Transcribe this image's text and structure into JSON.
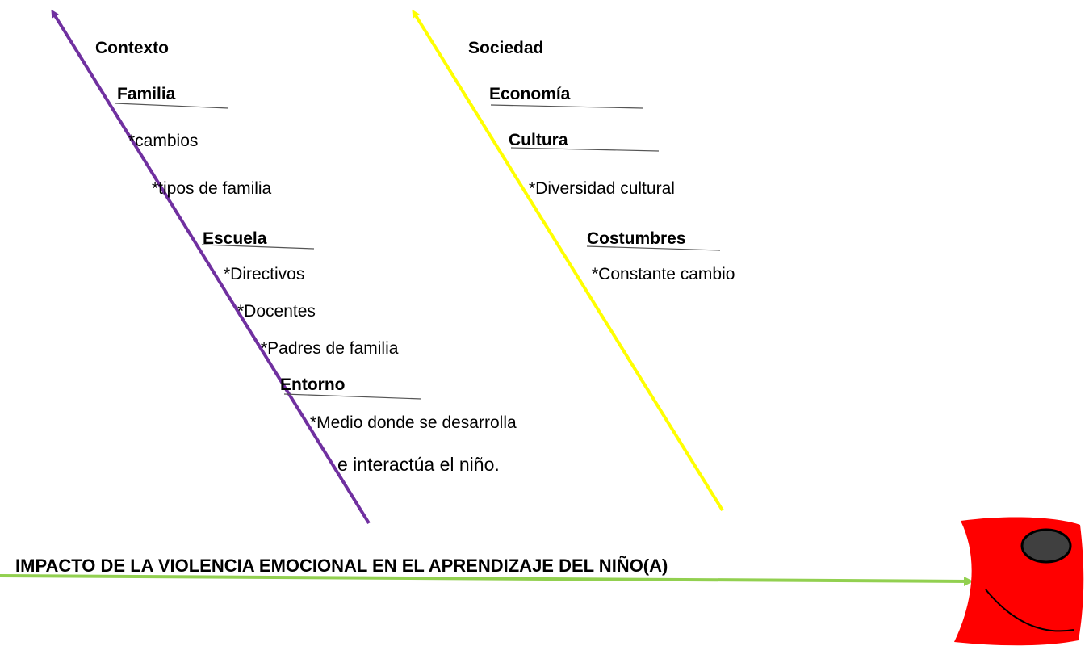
{
  "diagram": {
    "title": "IMPACTO DE LA VIOLENCIA EMOCIONAL EN EL APRENDIZAJE DEL NIÑO(A)",
    "bones": {
      "contexto": {
        "label": "Contexto",
        "color": "#7030a0",
        "familia": {
          "label": "Familia",
          "items": [
            "*cambios",
            "*tipos de familia"
          ]
        },
        "escuela": {
          "label": "Escuela",
          "items": [
            "*Directivos",
            "*Docentes",
            "*Padres de familia"
          ]
        },
        "entorno": {
          "label": "Entorno",
          "items": [
            "*Medio donde se desarrolla",
            "e interactúa el niño."
          ]
        }
      },
      "sociedad": {
        "label": "Sociedad",
        "color": "#ffff00",
        "economia": {
          "label": "Economía"
        },
        "cultura": {
          "label": "Cultura",
          "items": [
            "*Diversidad cultural"
          ]
        },
        "costumbres": {
          "label": "Costumbres",
          "items": [
            "*Constante cambio"
          ]
        }
      }
    },
    "spine_color": "#92d050",
    "head_color": "#ff0000"
  }
}
